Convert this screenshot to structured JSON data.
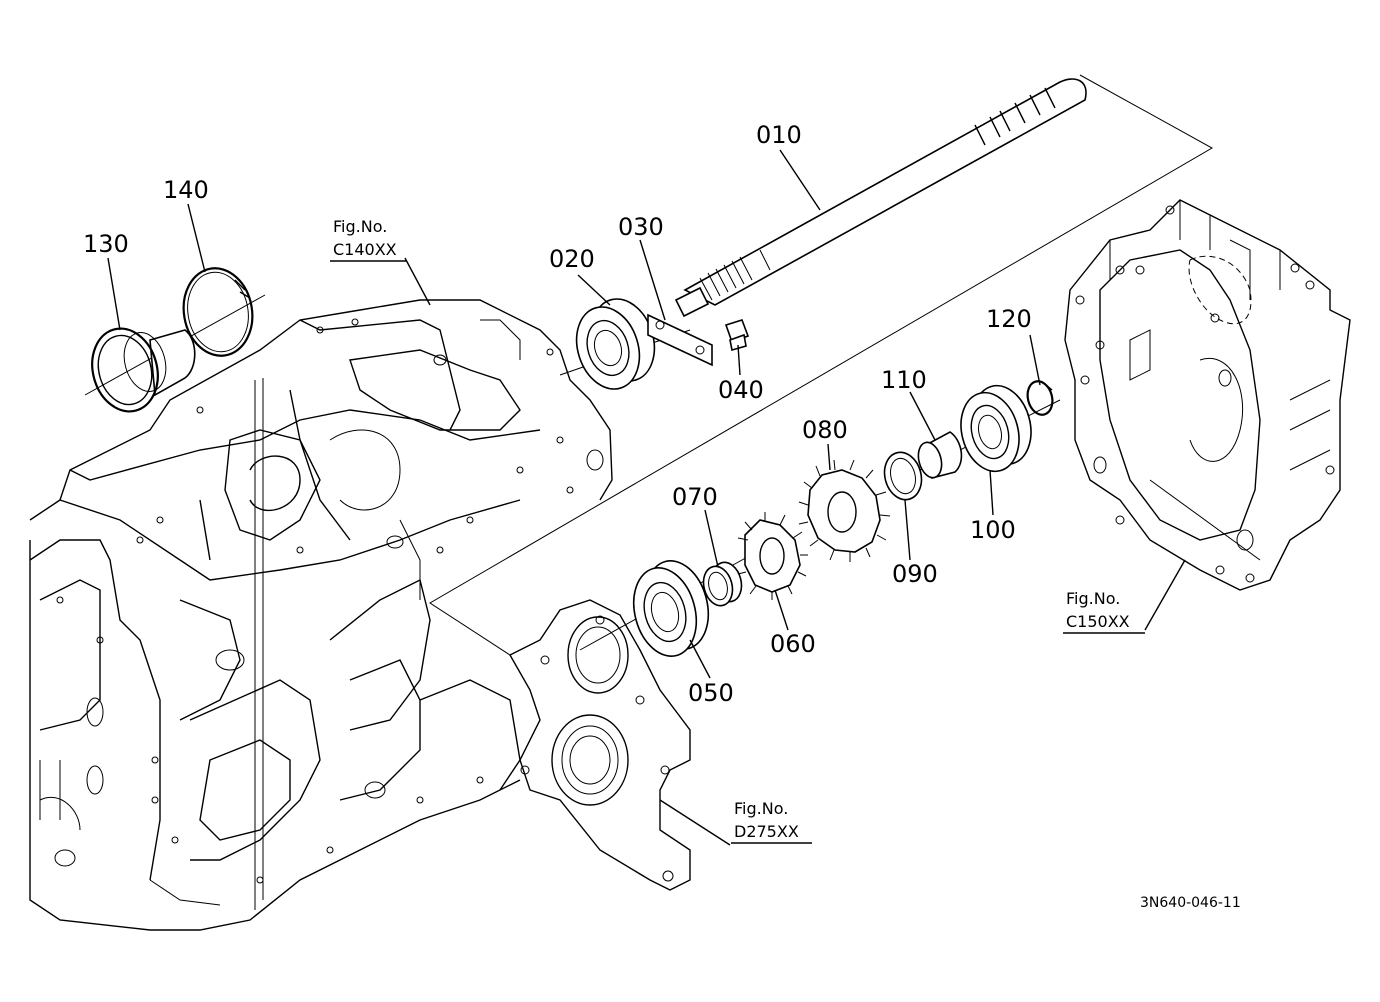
{
  "parts": [
    {
      "number": "010",
      "name": "shaft"
    },
    {
      "number": "020",
      "name": "ball-bearing"
    },
    {
      "number": "030",
      "name": "retaining-plate"
    },
    {
      "number": "040",
      "name": "bolt"
    },
    {
      "number": "050",
      "name": "ball-bearing"
    },
    {
      "number": "060",
      "name": "gear"
    },
    {
      "number": "070",
      "name": "collar"
    },
    {
      "number": "080",
      "name": "gear"
    },
    {
      "number": "090",
      "name": "collar"
    },
    {
      "number": "100",
      "name": "ball-bearing"
    },
    {
      "number": "110",
      "name": "collar"
    },
    {
      "number": "120",
      "name": "snap-ring"
    },
    {
      "number": "130",
      "name": "gear"
    },
    {
      "number": "140",
      "name": "snap-ring"
    }
  ],
  "references": {
    "c140": {
      "prefix": "Fig.No.",
      "code": "C140XX"
    },
    "c150": {
      "prefix": "Fig.No.",
      "code": "C150XX"
    },
    "d275": {
      "prefix": "Fig.No.",
      "code": "D275XX"
    }
  },
  "drawing_code": "3N640-046-11",
  "colors": {
    "line": "#000000",
    "background": "#ffffff"
  }
}
